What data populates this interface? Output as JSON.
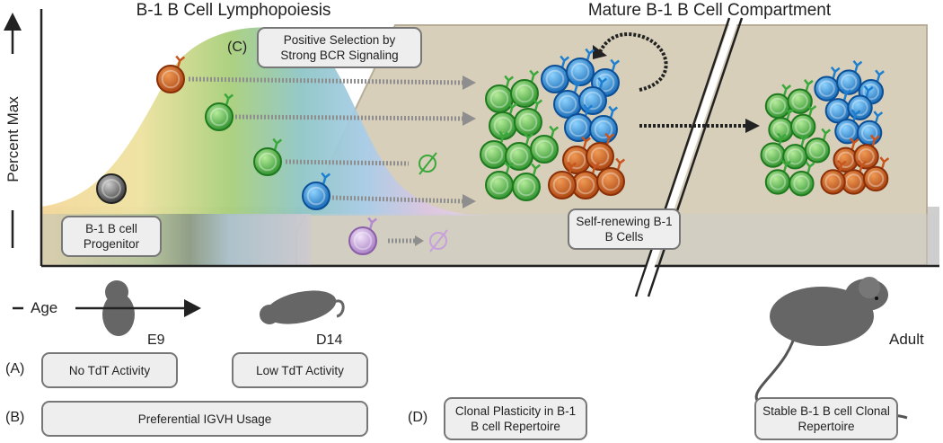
{
  "title_left": "B-1 B Cell Lymphopoiesis",
  "title_right": "Mature B-1 B Cell Compartment",
  "y_axis_label": "Percent Max",
  "age_label": "Age",
  "stages": {
    "embryo": "E9",
    "pup": "D14",
    "adult": "Adult"
  },
  "labels": {
    "positive_selection": "Positive Selection by Strong BCR Signaling",
    "progenitor": "B-1 B cell Progenitor",
    "self_renewing": "Self-renewing B-1  B Cells"
  },
  "panel_tags": {
    "a": "(A)",
    "b": "(B)",
    "c": "(C)",
    "d": "(D)"
  },
  "boxes": {
    "no_tdt": "No TdT Activity",
    "low_tdt": "Low TdT Activity",
    "igvh": "Preferential IGVH Usage",
    "clonal_plasticity": "Clonal Plasticity in B-1 B cell Repertoire",
    "stable_repertoire": "Stable B-1 B cell Clonal Repertoire"
  },
  "colors": {
    "orange_cell": "#c8541e",
    "green_cell": "#3aa83a",
    "blue_cell": "#1e7fd0",
    "purple_cell": "#b58ad0",
    "grey_cell": "#555555",
    "compartment": "#d6cdb8"
  }
}
